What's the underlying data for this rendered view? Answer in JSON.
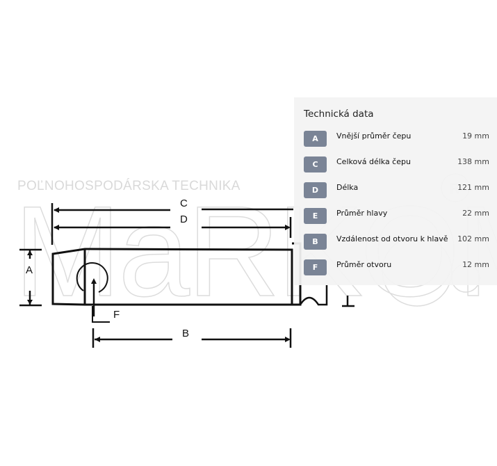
{
  "watermark": {
    "subtitle": "POĽNOHOSPODÁRSKA TECHNIKA",
    "logo": "MaRKOMT"
  },
  "diagram": {
    "labels": {
      "a": "A",
      "b": "B",
      "c": "C",
      "d": "D",
      "f": "F"
    }
  },
  "panel": {
    "title": "Technická data",
    "rows": [
      {
        "key": "A",
        "label": "Vnější průměr čepu",
        "value": "19 mm"
      },
      {
        "key": "C",
        "label": "Celková délka čepu",
        "value": "138 mm"
      },
      {
        "key": "D",
        "label": "Délka",
        "value": "121 mm"
      },
      {
        "key": "E",
        "label": "Průměr hlavy",
        "value": "22 mm"
      },
      {
        "key": "B",
        "label": "Vzdálenost od otvoru k hlavě",
        "value": "102 mm"
      },
      {
        "key": "F",
        "label": "Průměr otvoru",
        "value": "12 mm"
      }
    ]
  }
}
